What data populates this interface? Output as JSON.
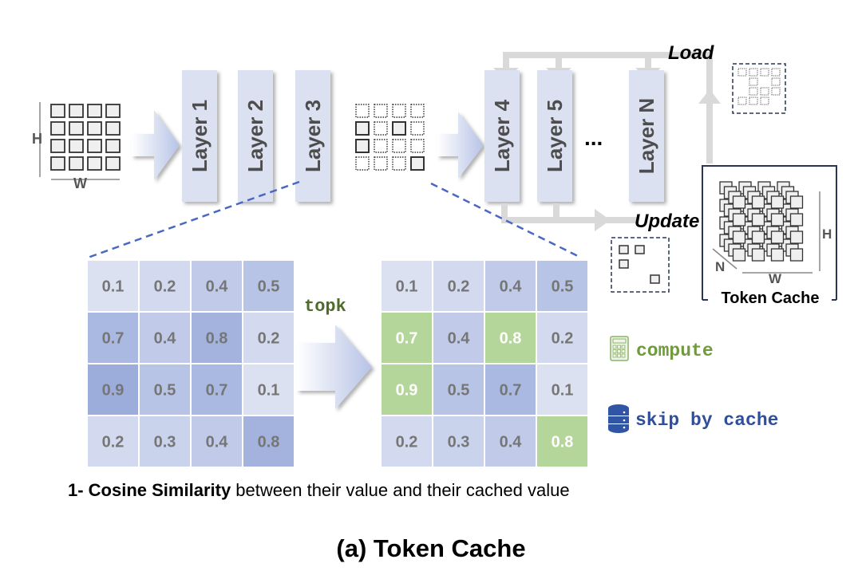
{
  "figure": {
    "title": "(a) Token Cache",
    "footnote": {
      "bold_part": "1- Cosine Similarity",
      "rest": " between their value and their cached value"
    }
  },
  "input_grid": {
    "h_label": "H",
    "w_label": "W",
    "rows": 4,
    "cols": 4
  },
  "layers_first": [
    "Layer 1",
    "Layer 2",
    "Layer 3"
  ],
  "layers_second": [
    "Layer 4",
    "Layer 5",
    "Layer N"
  ],
  "ellipsis": "...",
  "selected_tokens_mask": [
    [
      0,
      0,
      0,
      0
    ],
    [
      1,
      0,
      1,
      0
    ],
    [
      1,
      0,
      0,
      0
    ],
    [
      0,
      0,
      0,
      1
    ]
  ],
  "load_label": "Load",
  "update_label": "Update",
  "token_cache": {
    "label": "Token Cache",
    "n_label": "N",
    "w_label": "W",
    "h_label": "H"
  },
  "loaded_tokens_mask": [
    [
      1,
      1,
      1,
      1
    ],
    [
      0,
      1,
      0,
      1
    ],
    [
      0,
      1,
      1,
      1
    ],
    [
      1,
      1,
      1,
      0
    ]
  ],
  "updated_tokens_mask": [
    [
      1,
      1,
      0,
      0
    ],
    [
      1,
      0,
      0,
      0
    ],
    [
      0,
      0,
      0,
      1
    ]
  ],
  "similarity_matrix": [
    [
      0.1,
      0.2,
      0.4,
      0.5
    ],
    [
      0.7,
      0.4,
      0.8,
      0.2
    ],
    [
      0.9,
      0.5,
      0.7,
      0.1
    ],
    [
      0.2,
      0.3,
      0.4,
      0.8
    ]
  ],
  "topk_selected": [
    [
      0,
      0,
      0,
      0
    ],
    [
      1,
      0,
      1,
      0
    ],
    [
      1,
      0,
      0,
      0
    ],
    [
      0,
      0,
      0,
      1
    ]
  ],
  "topk_label": "topk",
  "legend": {
    "compute": {
      "label": "compute",
      "color": "#6f9a3e",
      "icon": "calculator-icon"
    },
    "skip": {
      "label": "skip by cache",
      "color": "#2f4f9e",
      "icon": "database-icon"
    }
  },
  "colors": {
    "layer_fill": "#dce1f2",
    "dashed_line": "#4a67c4",
    "connector_gray": "#d9d9d9",
    "selected_cell": "#b5d69a",
    "cache_border": "#2a3556"
  }
}
